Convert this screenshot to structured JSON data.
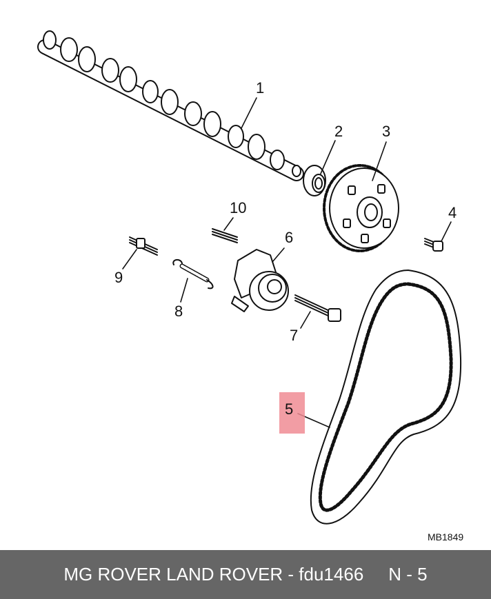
{
  "diagram": {
    "code": "MB1849",
    "highlight_color": "#f08c94",
    "callouts": [
      {
        "id": "1",
        "label": "1"
      },
      {
        "id": "2",
        "label": "2"
      },
      {
        "id": "3",
        "label": "3"
      },
      {
        "id": "4",
        "label": "4"
      },
      {
        "id": "5",
        "label": "5"
      },
      {
        "id": "6",
        "label": "6"
      },
      {
        "id": "7",
        "label": "7"
      },
      {
        "id": "8",
        "label": "8"
      },
      {
        "id": "9",
        "label": "9"
      },
      {
        "id": "10",
        "label": "10"
      }
    ]
  },
  "footer": {
    "brand_text": "MG ROVER LAND ROVER - fdu1466",
    "page_ref": "N - 5",
    "background": "#666666"
  }
}
